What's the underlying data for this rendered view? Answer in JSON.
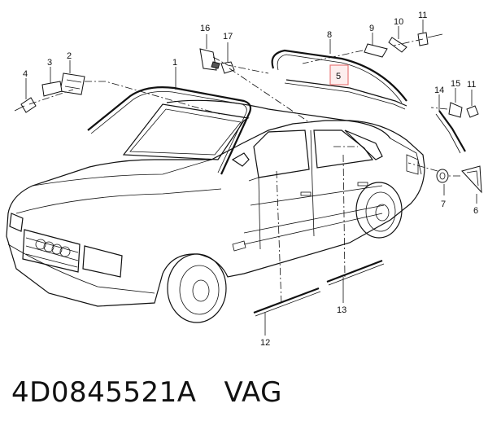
{
  "diagram": {
    "callouts": [
      {
        "key": "c1",
        "label": "1"
      },
      {
        "key": "c2",
        "label": "2"
      },
      {
        "key": "c3",
        "label": "3"
      },
      {
        "key": "c4",
        "label": "4"
      },
      {
        "key": "c5",
        "label": "5"
      },
      {
        "key": "c6",
        "label": "6"
      },
      {
        "key": "c7",
        "label": "7"
      },
      {
        "key": "c8",
        "label": "8"
      },
      {
        "key": "c9",
        "label": "9"
      },
      {
        "key": "c10",
        "label": "10"
      },
      {
        "key": "c11a",
        "label": "11"
      },
      {
        "key": "c11b",
        "label": "11"
      },
      {
        "key": "c12",
        "label": "12"
      },
      {
        "key": "c13",
        "label": "13"
      },
      {
        "key": "c14",
        "label": "14"
      },
      {
        "key": "c15",
        "label": "15"
      },
      {
        "key": "c16",
        "label": "16"
      },
      {
        "key": "c17",
        "label": "17"
      }
    ],
    "highlight": {
      "label": "5",
      "color": "#e87a7a",
      "fill": "#fbe3e3"
    }
  },
  "caption": {
    "part_number": "4D0845521A",
    "brand": "VAG"
  }
}
